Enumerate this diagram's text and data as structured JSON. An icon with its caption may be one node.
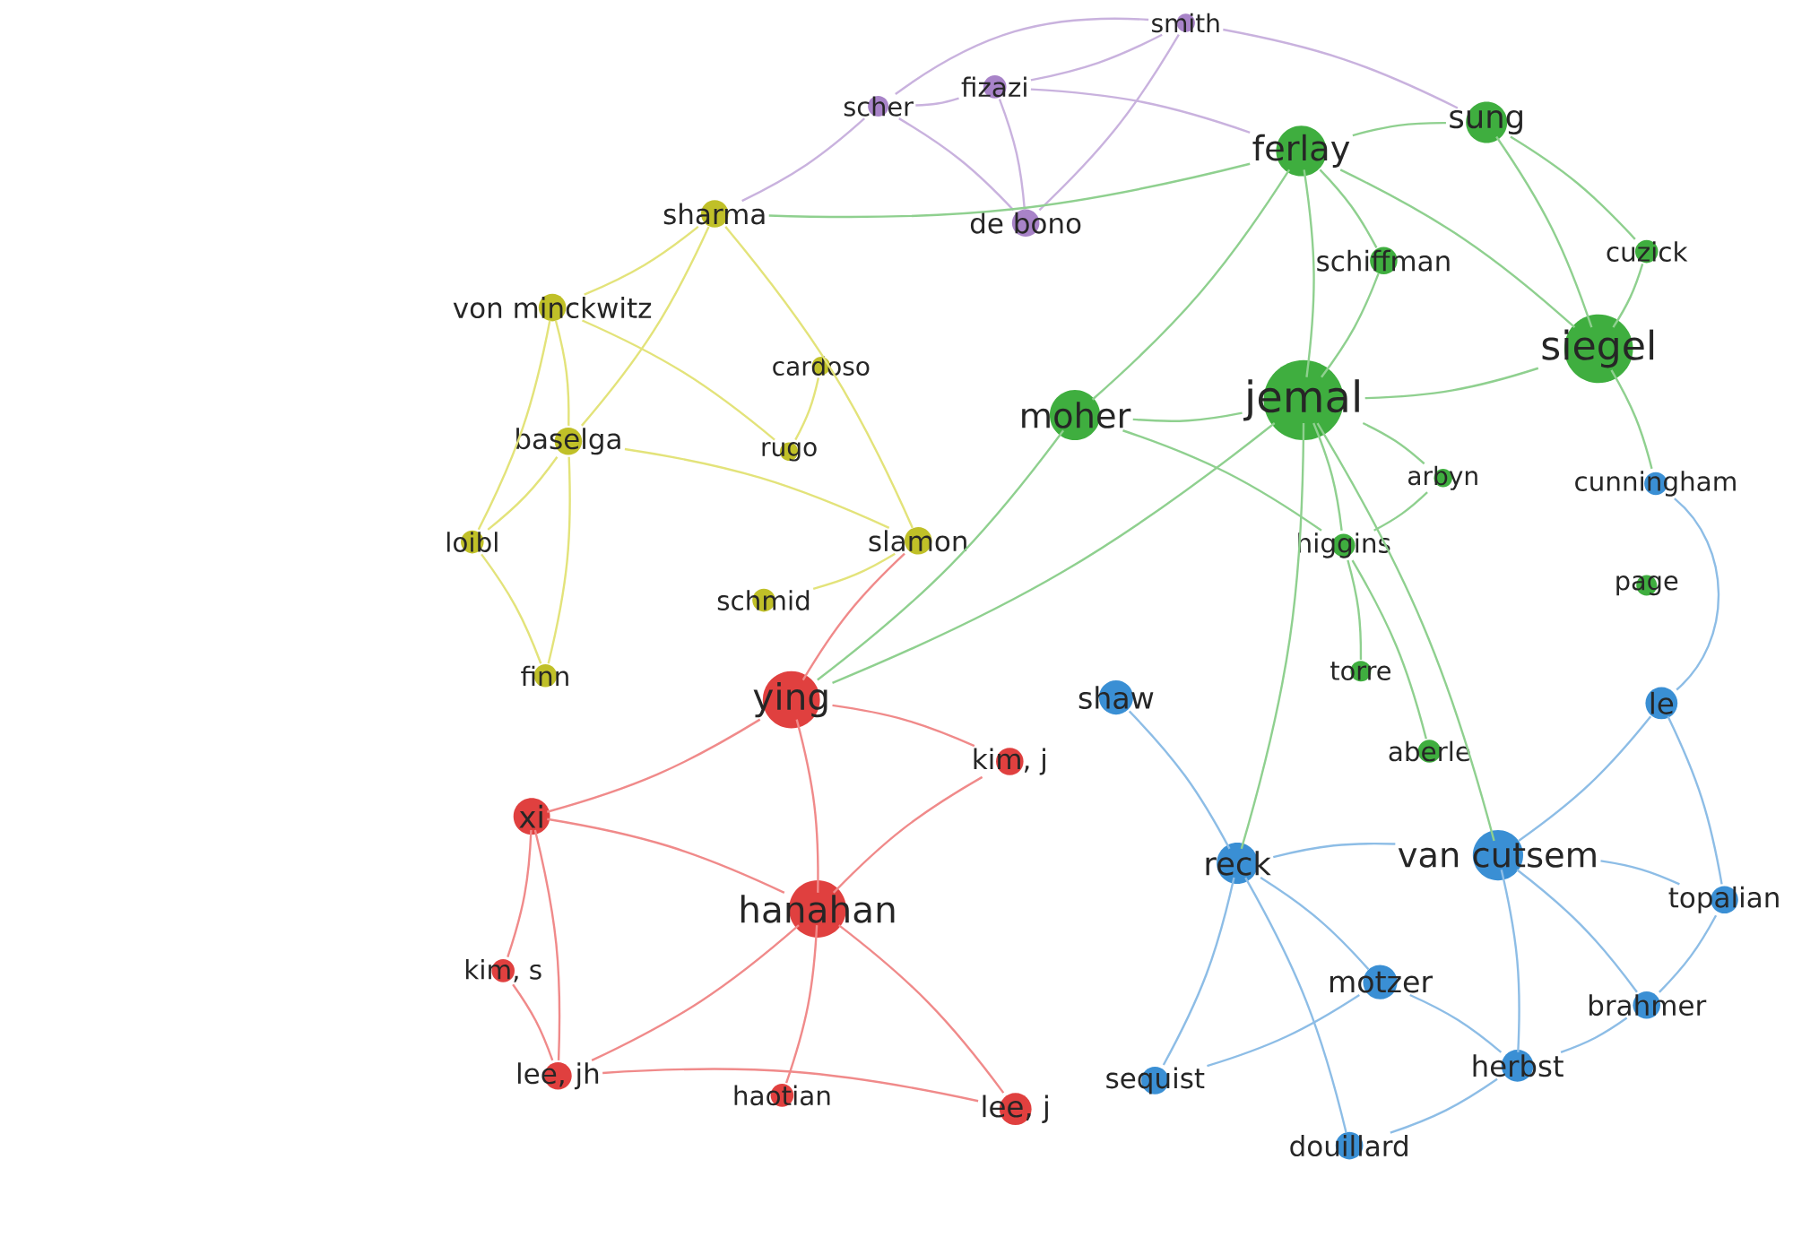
{
  "diagram": {
    "nodes": [
      {
        "text": [
          "smith"
        ]
      },
      {
        "text": [
          "fizazi"
        ]
      },
      {
        "text": [
          "scher"
        ]
      },
      {
        "text": [
          "de bono"
        ]
      },
      {
        "text": [
          "ferlay"
        ]
      },
      {
        "text": [
          "sung"
        ]
      },
      {
        "text": [
          "schiffman"
        ]
      },
      {
        "text": [
          "cuzick"
        ]
      },
      {
        "text": [
          "siegel"
        ]
      },
      {
        "text": [
          "jemal"
        ]
      },
      {
        "text": [
          "moher"
        ]
      },
      {
        "text": [
          "arbyn"
        ]
      },
      {
        "text": [
          "higgins"
        ]
      },
      {
        "text": [
          "page"
        ]
      },
      {
        "text": [
          "torre"
        ]
      },
      {
        "text": [
          "aberle"
        ]
      },
      {
        "text": [
          "sharma"
        ]
      },
      {
        "text": [
          "von minckwitz"
        ]
      },
      {
        "text": [
          "cardoso"
        ]
      },
      {
        "text": [
          "baselga"
        ]
      },
      {
        "text": [
          "rugo"
        ]
      },
      {
        "text": [
          "loibl"
        ]
      },
      {
        "text": [
          "slamon"
        ]
      },
      {
        "text": [
          "schmid"
        ]
      },
      {
        "text": [
          "finn"
        ]
      },
      {
        "text": [
          "ying"
        ]
      },
      {
        "text": [
          "kim, j"
        ]
      },
      {
        "text": [
          "xi"
        ]
      },
      {
        "text": [
          "hanahan"
        ]
      },
      {
        "text": [
          "kim, s"
        ]
      },
      {
        "text": [
          "lee, jh"
        ]
      },
      {
        "text": [
          "haotian"
        ]
      },
      {
        "text": [
          "lee, j"
        ]
      },
      {
        "text": [
          "cunningham"
        ]
      },
      {
        "text": [
          "shaw"
        ]
      },
      {
        "text": [
          "le"
        ]
      },
      {
        "text": [
          "reck"
        ]
      },
      {
        "text": [
          "van cutsem"
        ]
      },
      {
        "text": [
          "topalian"
        ]
      },
      {
        "text": [
          "motzer"
        ]
      },
      {
        "text": [
          "brahmer"
        ]
      },
      {
        "text": [
          "herbst"
        ]
      },
      {
        "text": [
          "sequist"
        ]
      },
      {
        "text": [
          "douillard"
        ]
      }
    ],
    "edges": [
      {
        "from": 0,
        "to": 1,
        "arrow": "none",
        "color": "#c9b2de"
      },
      {
        "from": 0,
        "to": 2,
        "arrow": "none",
        "color": "#c9b2de"
      },
      {
        "from": 1,
        "to": 2,
        "arrow": "none",
        "color": "#c9b2de"
      },
      {
        "from": 1,
        "to": 3,
        "arrow": "none",
        "color": "#c9b2de"
      },
      {
        "from": 2,
        "to": 3,
        "arrow": "none",
        "color": "#c9b2de"
      },
      {
        "from": 0,
        "to": 3,
        "arrow": "none",
        "color": "#c9b2de"
      },
      {
        "from": 2,
        "to": 16,
        "arrow": "none",
        "color": "#c9b2de"
      },
      {
        "from": 1,
        "to": 4,
        "arrow": "none",
        "color": "#c9b2de"
      },
      {
        "from": 0,
        "to": 5,
        "arrow": "none",
        "color": "#c9b2de"
      },
      {
        "from": 4,
        "to": 5,
        "arrow": "none",
        "color": "#8fd08f"
      },
      {
        "from": 4,
        "to": 9,
        "arrow": "none",
        "color": "#8fd08f"
      },
      {
        "from": 5,
        "to": 8,
        "arrow": "none",
        "color": "#8fd08f"
      },
      {
        "from": 8,
        "to": 9,
        "arrow": "none",
        "color": "#8fd08f"
      },
      {
        "from": 9,
        "to": 10,
        "arrow": "none",
        "color": "#8fd08f"
      },
      {
        "from": 4,
        "to": 10,
        "arrow": "none",
        "color": "#8fd08f"
      },
      {
        "from": 4,
        "to": 8,
        "arrow": "none",
        "color": "#8fd08f"
      },
      {
        "from": 5,
        "to": 7,
        "arrow": "none",
        "color": "#8fd08f"
      },
      {
        "from": 6,
        "to": 9,
        "arrow": "none",
        "color": "#8fd08f"
      },
      {
        "from": 7,
        "to": 8,
        "arrow": "none",
        "color": "#8fd08f"
      },
      {
        "from": 9,
        "to": 12,
        "arrow": "none",
        "color": "#8fd08f"
      },
      {
        "from": 12,
        "to": 14,
        "arrow": "none",
        "color": "#8fd08f"
      },
      {
        "from": 12,
        "to": 15,
        "arrow": "none",
        "color": "#8fd08f"
      },
      {
        "from": 11,
        "to": 12,
        "arrow": "none",
        "color": "#8fd08f"
      },
      {
        "from": 4,
        "to": 6,
        "arrow": "none",
        "color": "#8fd08f"
      },
      {
        "from": 9,
        "to": 11,
        "arrow": "none",
        "color": "#8fd08f"
      },
      {
        "from": 10,
        "to": 12,
        "arrow": "none",
        "color": "#8fd08f"
      },
      {
        "from": 16,
        "to": 17,
        "arrow": "none",
        "color": "#e3e37a"
      },
      {
        "from": 17,
        "to": 19,
        "arrow": "none",
        "color": "#e3e37a"
      },
      {
        "from": 17,
        "to": 21,
        "arrow": "none",
        "color": "#e3e37a"
      },
      {
        "from": 19,
        "to": 21,
        "arrow": "none",
        "color": "#e3e37a"
      },
      {
        "from": 16,
        "to": 19,
        "arrow": "none",
        "color": "#e3e37a"
      },
      {
        "from": 18,
        "to": 20,
        "arrow": "none",
        "color": "#e3e37a"
      },
      {
        "from": 19,
        "to": 24,
        "arrow": "none",
        "color": "#e3e37a"
      },
      {
        "from": 21,
        "to": 24,
        "arrow": "none",
        "color": "#e3e37a"
      },
      {
        "from": 16,
        "to": 22,
        "arrow": "none",
        "color": "#e3e37a"
      },
      {
        "from": 22,
        "to": 23,
        "arrow": "none",
        "color": "#e3e37a"
      },
      {
        "from": 17,
        "to": 20,
        "arrow": "none",
        "color": "#e3e37a"
      },
      {
        "from": 19,
        "to": 22,
        "arrow": "none",
        "color": "#e3e37a"
      },
      {
        "from": 25,
        "to": 28,
        "arrow": "none",
        "color": "#f08a8a"
      },
      {
        "from": 25,
        "to": 27,
        "arrow": "none",
        "color": "#f08a8a"
      },
      {
        "from": 27,
        "to": 28,
        "arrow": "none",
        "color": "#f08a8a"
      },
      {
        "from": 27,
        "to": 29,
        "arrow": "none",
        "color": "#f08a8a"
      },
      {
        "from": 27,
        "to": 30,
        "arrow": "none",
        "color": "#f08a8a"
      },
      {
        "from": 28,
        "to": 30,
        "arrow": "none",
        "color": "#f08a8a"
      },
      {
        "from": 28,
        "to": 31,
        "arrow": "none",
        "color": "#f08a8a"
      },
      {
        "from": 28,
        "to": 32,
        "arrow": "none",
        "color": "#f08a8a"
      },
      {
        "from": 25,
        "to": 26,
        "arrow": "none",
        "color": "#f08a8a"
      },
      {
        "from": 29,
        "to": 30,
        "arrow": "none",
        "color": "#f08a8a"
      },
      {
        "from": 30,
        "to": 32,
        "arrow": "none",
        "color": "#f08a8a"
      },
      {
        "from": 25,
        "to": 22,
        "arrow": "none",
        "color": "#f08a8a"
      },
      {
        "from": 28,
        "to": 26,
        "arrow": "none",
        "color": "#f08a8a"
      },
      {
        "from": 36,
        "to": 37,
        "arrow": "none",
        "color": "#8dbde6"
      },
      {
        "from": 37,
        "to": 41,
        "arrow": "none",
        "color": "#8dbde6"
      },
      {
        "from": 39,
        "to": 41,
        "arrow": "none",
        "color": "#8dbde6"
      },
      {
        "from": 40,
        "to": 41,
        "arrow": "none",
        "color": "#8dbde6"
      },
      {
        "from": 37,
        "to": 38,
        "arrow": "none",
        "color": "#8dbde6"
      },
      {
        "from": 35,
        "to": 37,
        "arrow": "none",
        "color": "#8dbde6"
      },
      {
        "from": 35,
        "to": 38,
        "arrow": "none",
        "color": "#8dbde6"
      },
      {
        "from": 33,
        "to": 35,
        "arrow": "none",
        "color": "#8dbde6"
      },
      {
        "from": 41,
        "to": 43,
        "arrow": "none",
        "color": "#8dbde6"
      },
      {
        "from": 39,
        "to": 42,
        "arrow": "none",
        "color": "#8dbde6"
      },
      {
        "from": 36,
        "to": 42,
        "arrow": "none",
        "color": "#8dbde6"
      },
      {
        "from": 36,
        "to": 39,
        "arrow": "none",
        "color": "#8dbde6"
      },
      {
        "from": 37,
        "to": 40,
        "arrow": "none",
        "color": "#8dbde6"
      },
      {
        "from": 38,
        "to": 40,
        "arrow": "none",
        "color": "#8dbde6"
      },
      {
        "from": 34,
        "to": 36,
        "arrow": "none",
        "color": "#8dbde6"
      },
      {
        "from": 36,
        "to": 43,
        "arrow": "none",
        "color": "#8dbde6"
      },
      {
        "from": 9,
        "to": 37,
        "arrow": "none",
        "color": "#8fd08f"
      },
      {
        "from": 8,
        "to": 33,
        "arrow": "none",
        "color": "#8fd08f"
      },
      {
        "from": 10,
        "to": 25,
        "arrow": "none",
        "color": "#8fd08f"
      },
      {
        "from": 9,
        "to": 25,
        "arrow": "none",
        "color": "#8fd08f"
      },
      {
        "from": 9,
        "to": 36,
        "arrow": "none",
        "color": "#8fd08f"
      },
      {
        "from": 4,
        "to": 16,
        "arrow": "none",
        "color": "#8fd08f"
      }
    ]
  }
}
